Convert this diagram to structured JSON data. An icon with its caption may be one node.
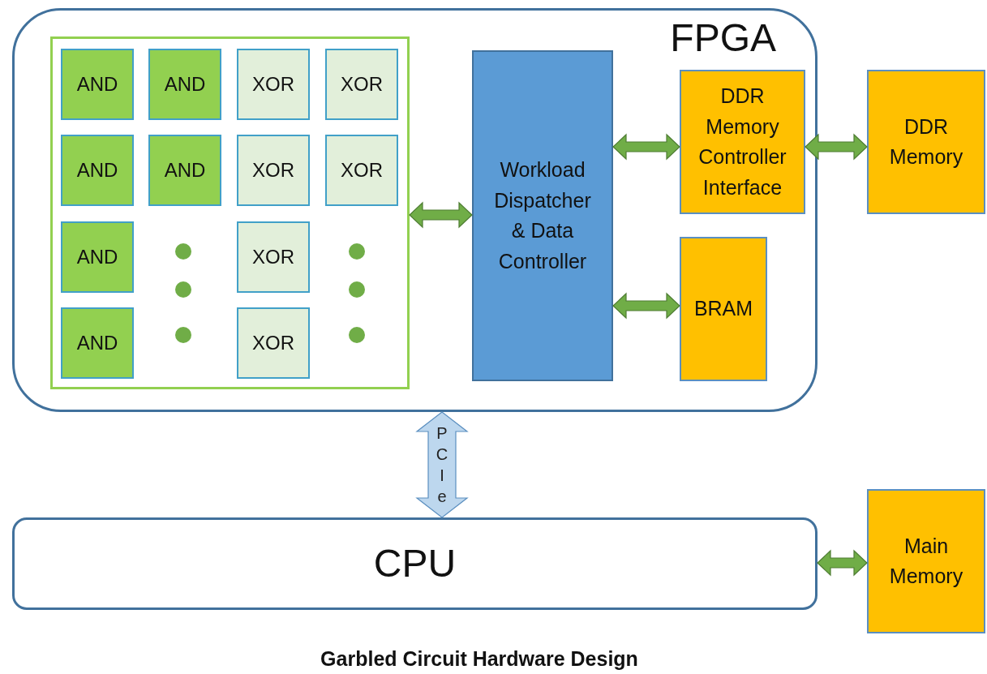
{
  "diagram": {
    "title": "Garbled Circuit Hardware Design",
    "nodes": [
      {
        "text": [
          "FPGA"
        ]
      },
      {
        "text": [],
        "shape": "box",
        "in": 0
      },
      {
        "text": [
          "AND"
        ],
        "in": 1
      },
      {
        "text": [
          "AND"
        ],
        "in": 1
      },
      {
        "text": [
          "XOR"
        ],
        "in": 1
      },
      {
        "text": [
          "XOR"
        ],
        "in": 1
      },
      {
        "text": [
          "AND"
        ],
        "in": 1
      },
      {
        "text": [
          "AND"
        ],
        "in": 1
      },
      {
        "text": [
          "XOR"
        ],
        "in": 1
      },
      {
        "text": [
          "XOR"
        ],
        "in": 1
      },
      {
        "text": [
          "AND"
        ],
        "in": 1
      },
      {
        "text": [
          "XOR"
        ],
        "in": 1
      },
      {
        "text": [
          "AND"
        ],
        "in": 1
      },
      {
        "text": [
          "XOR"
        ],
        "in": 1
      },
      {
        "text": [
          "Workload Dispatcher & Data Controller"
        ],
        "in": 0
      },
      {
        "text": [
          "DDR Memory Controller Interface"
        ],
        "in": 0
      },
      {
        "text": [
          "BRAM"
        ],
        "in": 0
      },
      {
        "text": [
          "DDR Memory"
        ]
      },
      {
        "text": [
          "CPU"
        ]
      },
      {
        "text": [
          "Main Memory"
        ]
      }
    ],
    "edges": [
      {
        "from": 1,
        "to": 14,
        "arrow": "both"
      },
      {
        "from": 14,
        "to": 15,
        "arrow": "both"
      },
      {
        "from": 14,
        "to": 16,
        "arrow": "both"
      },
      {
        "from": 15,
        "to": 17,
        "arrow": "both"
      },
      {
        "from": 0,
        "to": 18,
        "arrow": "both",
        "label": "PCIe",
        "style": "thick",
        "color": "#bdd7ee"
      },
      {
        "from": 18,
        "to": 19,
        "arrow": "both"
      }
    ]
  }
}
